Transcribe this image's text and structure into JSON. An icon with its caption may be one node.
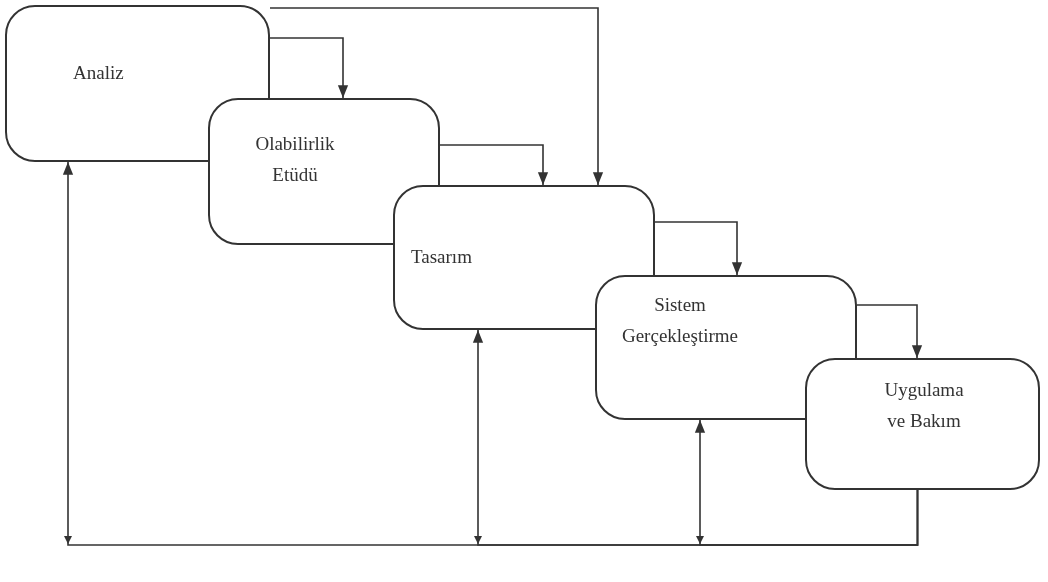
{
  "diagram": {
    "nodes": [
      {
        "text": [
          "Analiz"
        ]
      },
      {
        "text": [
          "Olabilirlik Etüdü"
        ]
      },
      {
        "text": [
          "Tasarım"
        ]
      },
      {
        "text": [
          "Sistem Gerçekleştirme"
        ]
      },
      {
        "text": [
          "Uygulama ve Bakım"
        ]
      }
    ],
    "edges": [
      {
        "from": 0,
        "to": 1,
        "arrow": "to"
      },
      {
        "from": 0,
        "to": 2,
        "arrow": "to"
      },
      {
        "from": 1,
        "to": 2,
        "arrow": "to"
      },
      {
        "from": 2,
        "to": 3,
        "arrow": "to"
      },
      {
        "from": 3,
        "to": 4,
        "arrow": "to"
      },
      {
        "from": 4,
        "to": 0,
        "arrow": "to"
      },
      {
        "from": 4,
        "to": 2,
        "arrow": "to"
      },
      {
        "from": 4,
        "to": 3,
        "arrow": "to"
      }
    ]
  }
}
